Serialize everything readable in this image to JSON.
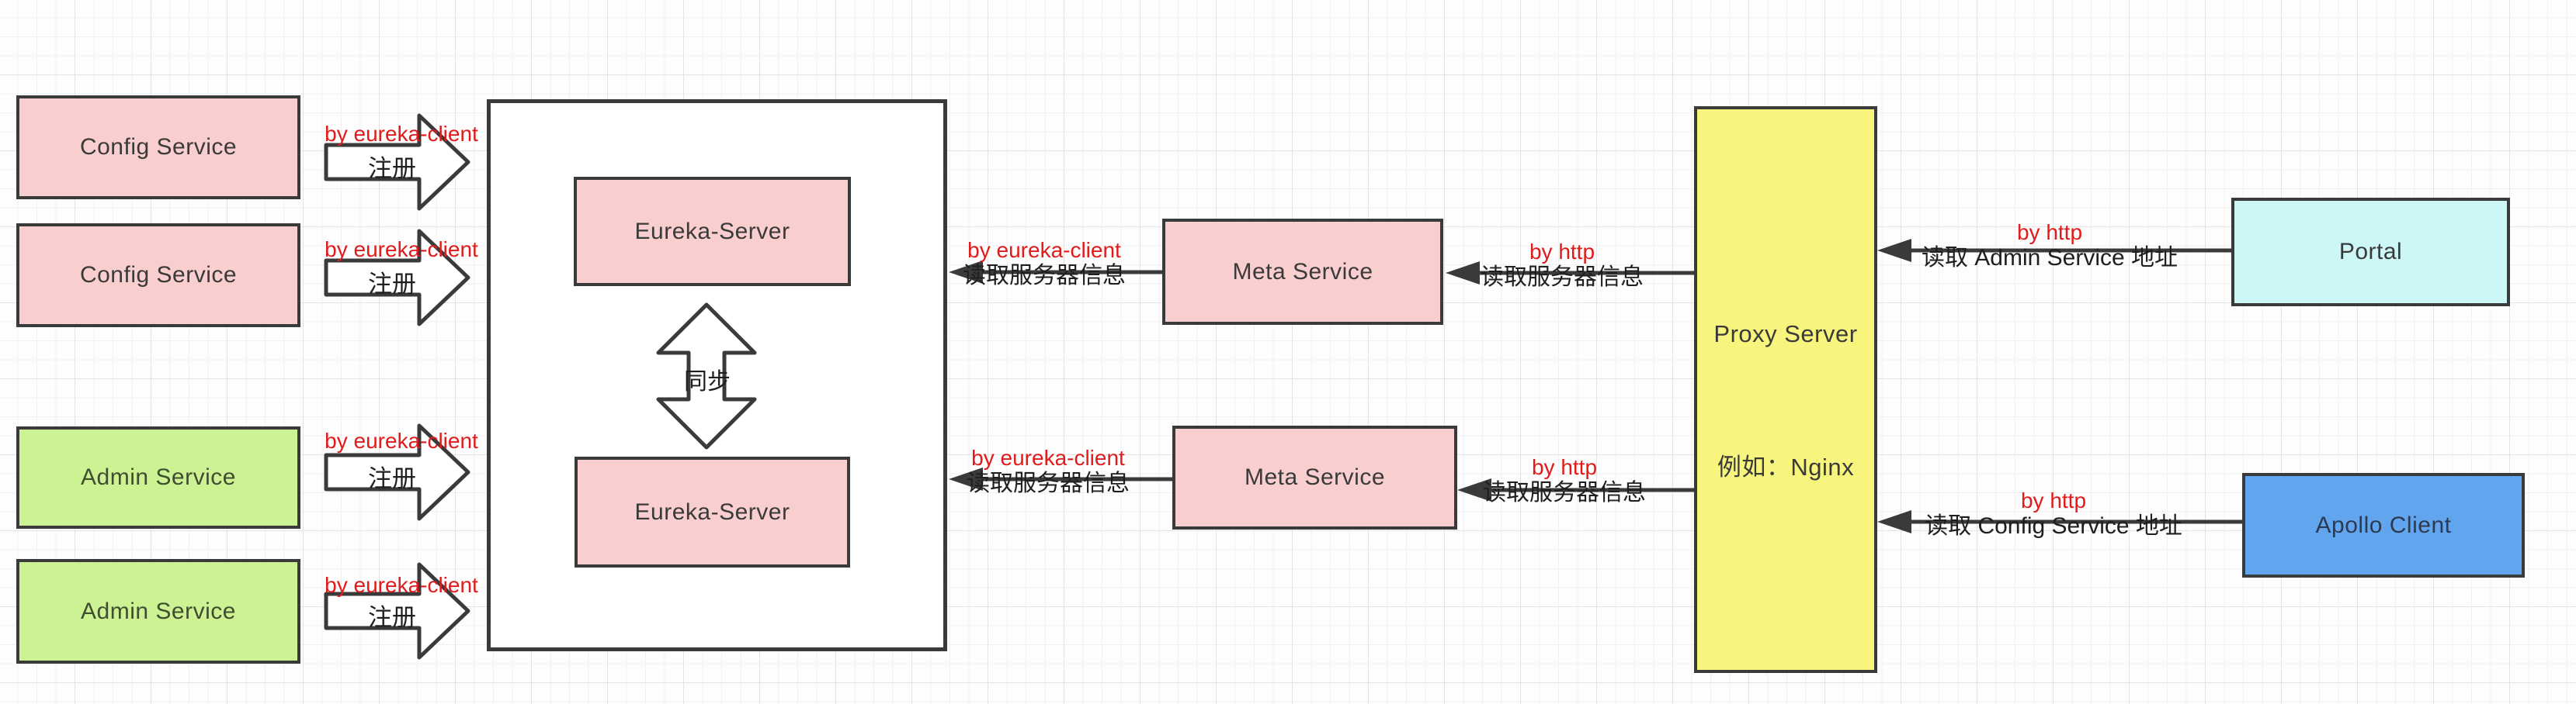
{
  "colors": {
    "pink": "#f9cece",
    "green": "#cdf293",
    "yellow": "#f7f57d",
    "cyan": "#cdf6f6",
    "blue": "#62a5ef",
    "border": "#3a3a3a",
    "red": "#e11b1b",
    "text": "#3a3a3a",
    "grid_minor": "#f1f1f1",
    "grid_major": "#e3e3e3"
  },
  "nodes": {
    "config1": {
      "label": "Config Service"
    },
    "config2": {
      "label": "Config Service"
    },
    "admin1": {
      "label": "Admin Service"
    },
    "admin2": {
      "label": "Admin Service"
    },
    "eureka1": {
      "label": "Eureka-Server"
    },
    "eureka2": {
      "label": "Eureka-Server"
    },
    "meta1": {
      "label": "Meta Service"
    },
    "meta2": {
      "label": "Meta Service"
    },
    "proxy": {
      "label": "Proxy Server",
      "sublabel": "例如：Nginx"
    },
    "portal": {
      "label": "Portal"
    },
    "apollo": {
      "label": "Apollo Client"
    }
  },
  "edges": {
    "register1": {
      "protocol": "by eureka-client",
      "action": "注册"
    },
    "register2": {
      "protocol": "by eureka-client",
      "action": "注册"
    },
    "register3": {
      "protocol": "by eureka-client",
      "action": "注册"
    },
    "register4": {
      "protocol": "by eureka-client",
      "action": "注册"
    },
    "meta1_read": {
      "protocol": "by eureka-client",
      "action": "读取服务器信息"
    },
    "meta2_read": {
      "protocol": "by eureka-client",
      "action": "读取服务器信息"
    },
    "proxy_read1": {
      "protocol": "by http",
      "action": "读取服务器信息"
    },
    "proxy_read2": {
      "protocol": "by http",
      "action": "读取服务器信息"
    },
    "portal_read": {
      "protocol": "by http",
      "action": "读取 Admin Service 地址"
    },
    "client_read": {
      "protocol": "by http",
      "action": "读取 Config Service 地址"
    },
    "sync": {
      "action": "同步"
    }
  }
}
